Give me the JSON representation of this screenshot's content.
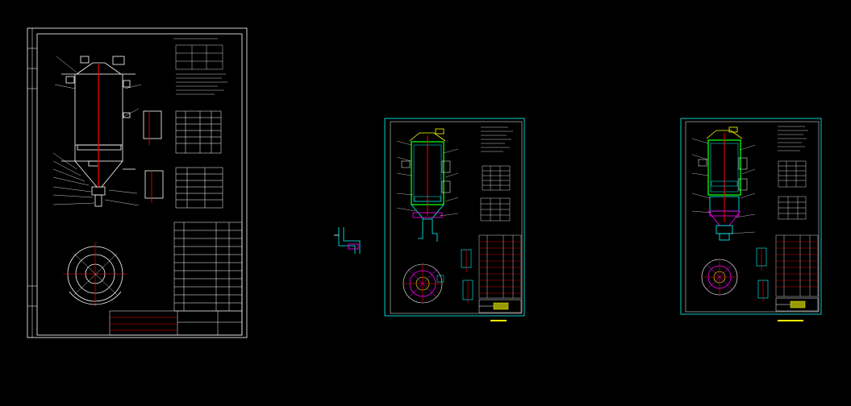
{
  "window": {
    "background": "#000000"
  },
  "colors": {
    "frame": "#ffffff",
    "frame_alt": "#00ffff",
    "accent_red": "#ff0000",
    "accent_green": "#00ff00",
    "accent_magenta": "#ff00ff",
    "accent_yellow": "#ffff00"
  },
  "drawings": [
    {
      "id": "sheet-large",
      "tint": "#ffffff"
    },
    {
      "id": "sheet-mid",
      "tint": "#00ffff"
    },
    {
      "id": "sheet-right",
      "tint": "#00ffff"
    }
  ]
}
